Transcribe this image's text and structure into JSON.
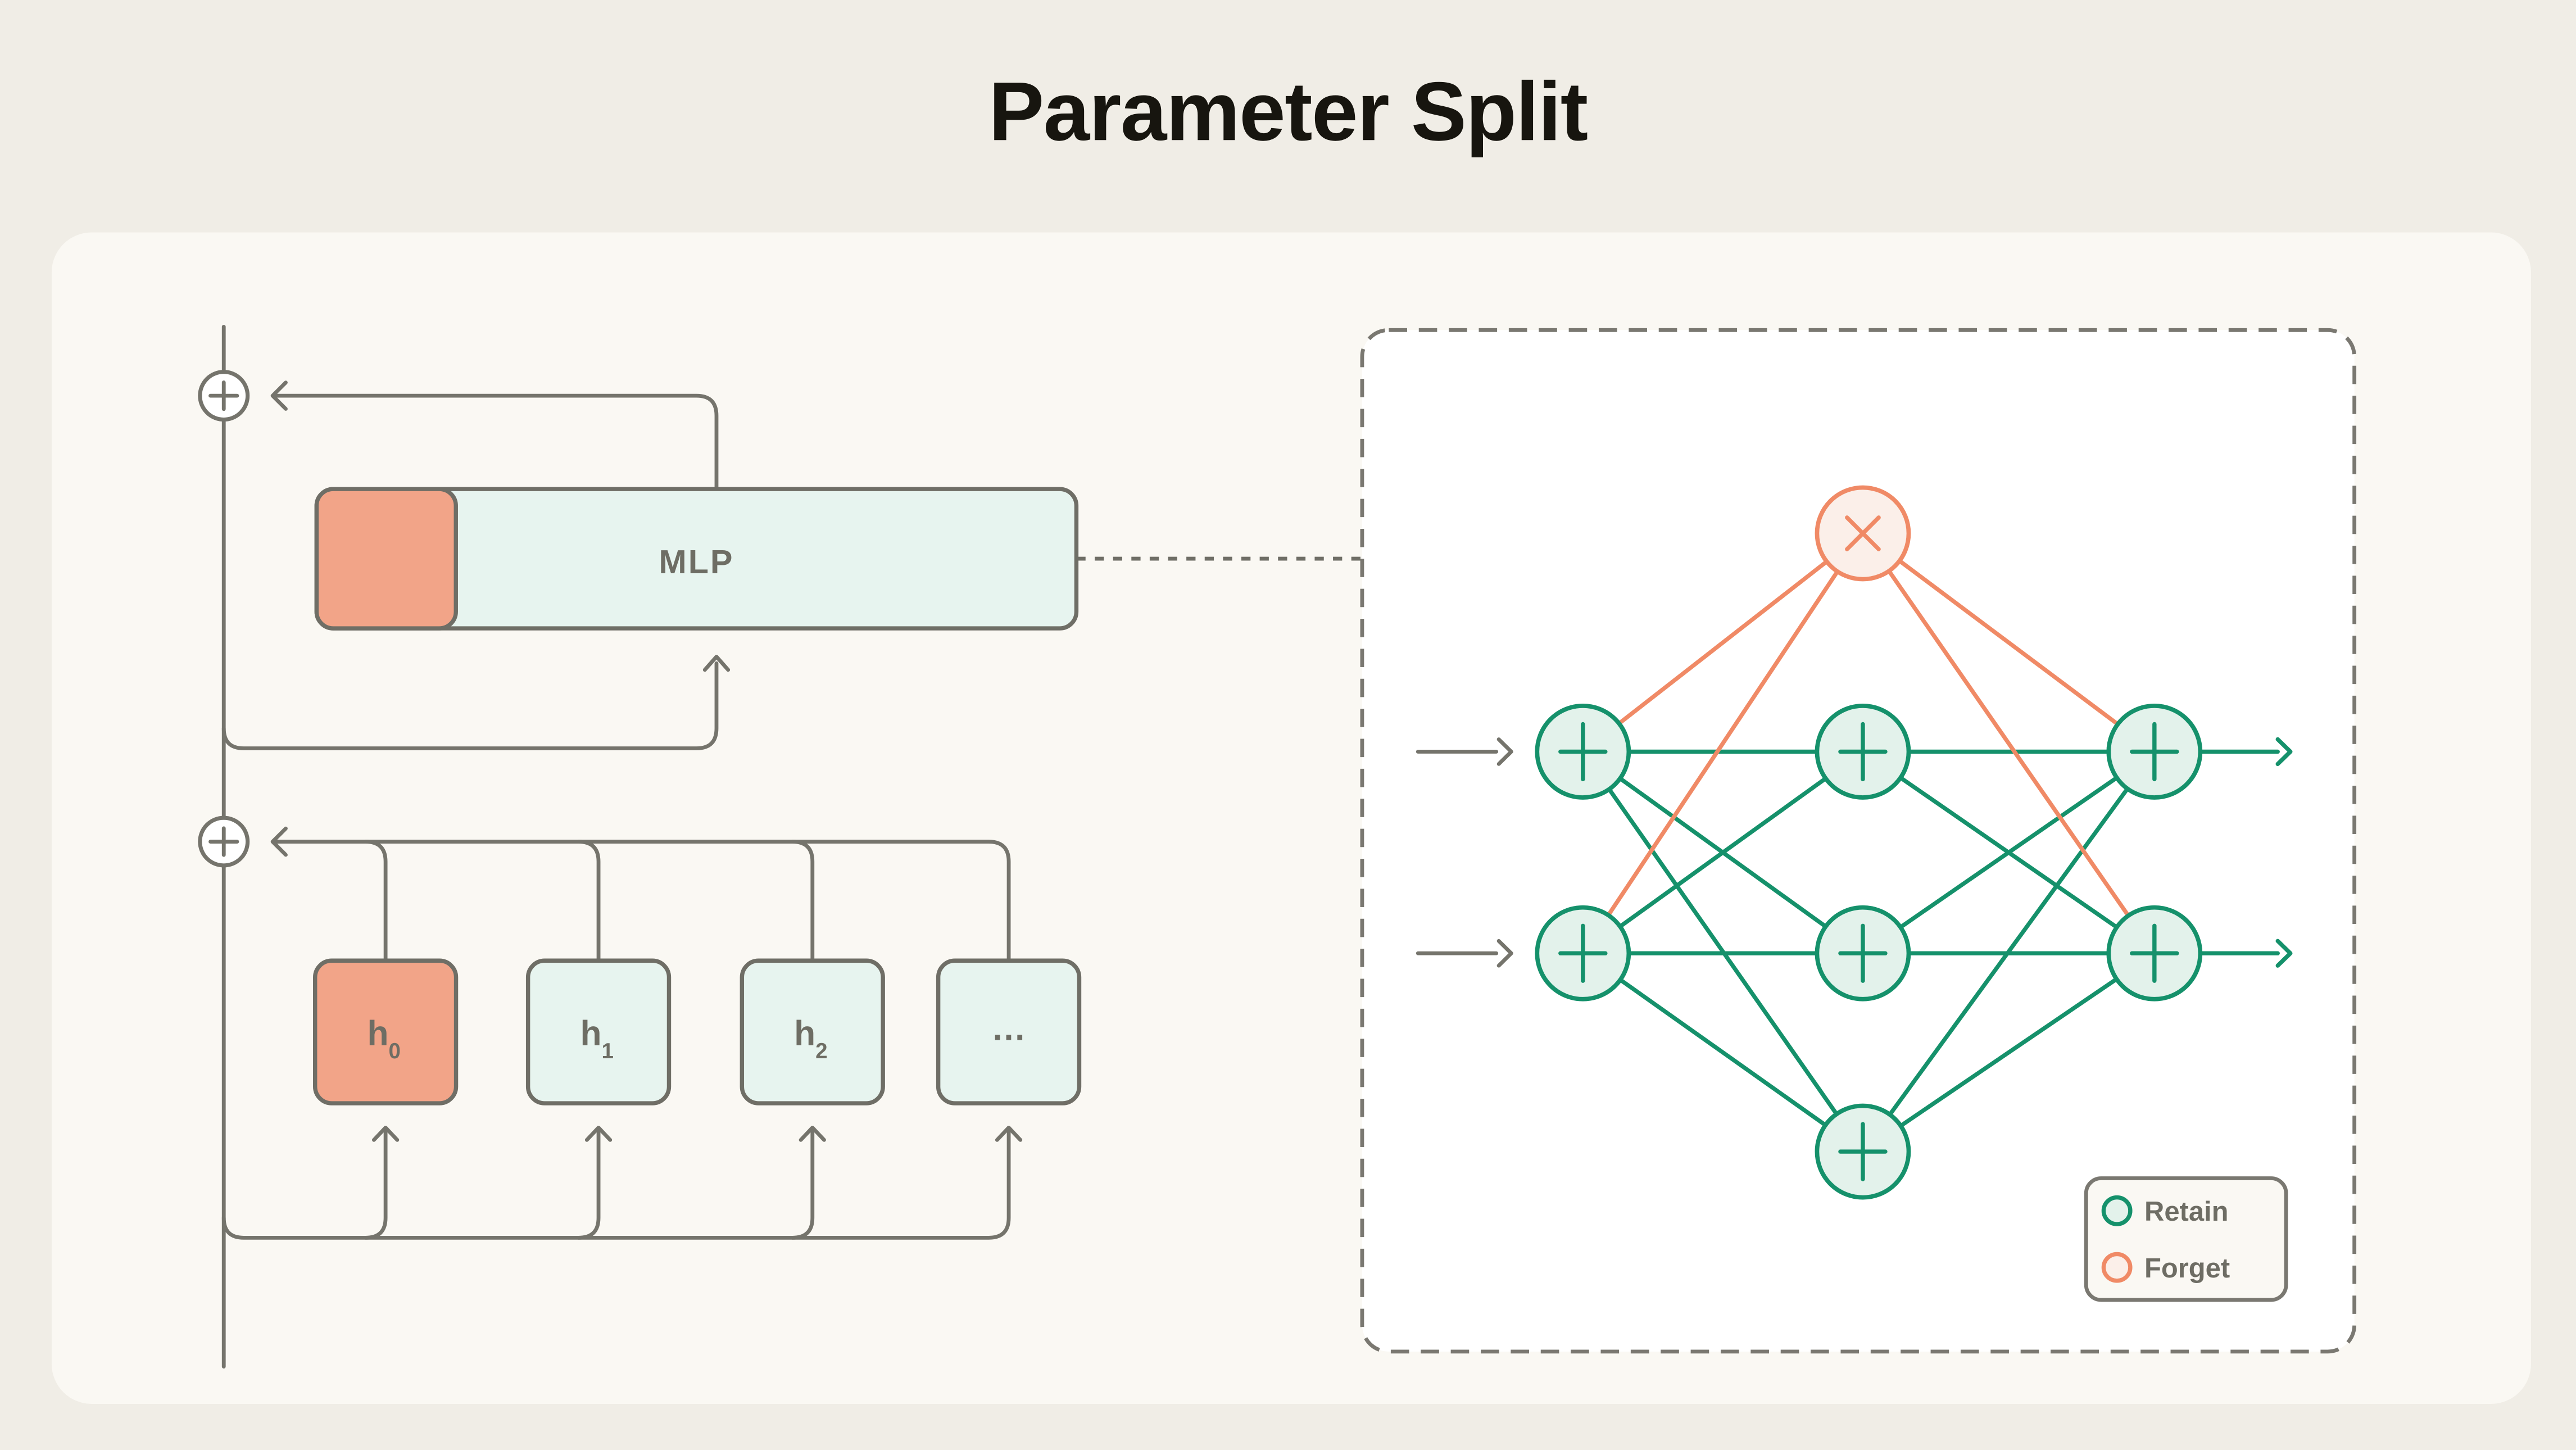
{
  "title": "Parameter Split",
  "left_diagram": {
    "mlp_block": {
      "label": "MLP",
      "forget_segment_color": "#F2A488",
      "retain_segment_color": "#E7F4EF"
    },
    "hidden_state_blocks": [
      {
        "base": "h",
        "sub": "0",
        "type": "forget"
      },
      {
        "base": "h",
        "sub": "1",
        "type": "retain"
      },
      {
        "base": "h",
        "sub": "2",
        "type": "retain"
      }
    ],
    "ellipsis_block_label": "…"
  },
  "network_panel": {
    "node_glyphs": {
      "retain": "+",
      "forget": "×"
    },
    "inputs": 2,
    "hidden_nodes": 4,
    "outputs": 2,
    "legend": [
      {
        "label": "Retain",
        "color": "#15916B"
      },
      {
        "label": "Forget",
        "color": "#F08A66"
      }
    ]
  },
  "icons": {
    "plus-circle-icon": "⊕",
    "multiply-circle-icon": "⊗",
    "arrow-icon": "→"
  },
  "colors": {
    "background": "#F0EDE6",
    "card": "#FAF8F3",
    "panel_white": "#FFFFFF",
    "mint_fill": "#E7F4EF",
    "node_mint_fill": "#E3F2EB",
    "salmon_fill": "#F2A488",
    "peach_fill": "#FBEFE9",
    "retain_green": "#15916B",
    "forget_orange": "#F08A66",
    "line_gray": "#75746C",
    "border_gray": "#6F6E66",
    "text_gray": "#6E6D64",
    "title_color": "#17150F"
  }
}
